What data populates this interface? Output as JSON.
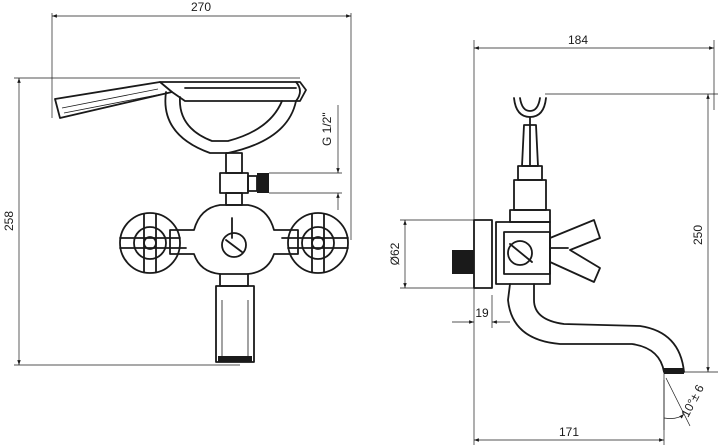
{
  "dimensions": {
    "front_width": "270",
    "front_height": "258",
    "thread": "G 1/2\"",
    "side_width": "184",
    "side_height": "250",
    "diameter": "Ø62",
    "wall_offset": "19",
    "spout_reach": "171",
    "angle": "10°± 6"
  }
}
